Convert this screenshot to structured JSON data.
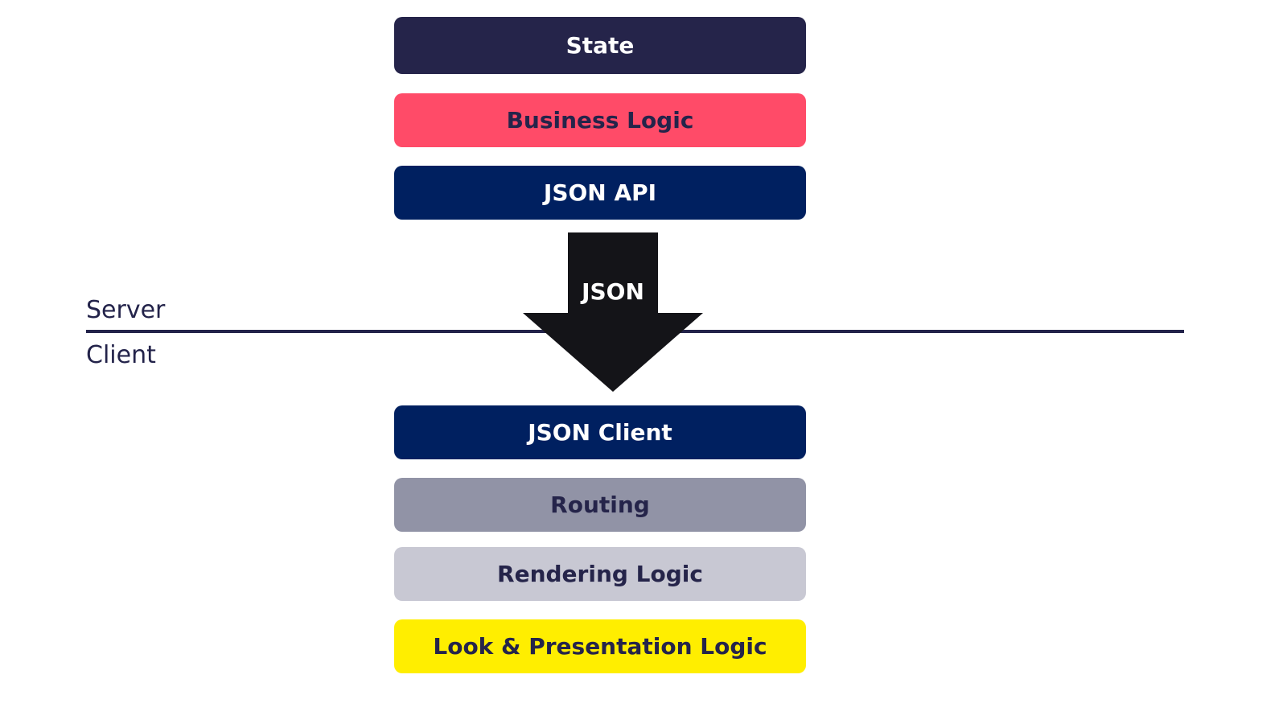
{
  "layers": {
    "server": [
      {
        "label": "State",
        "bg": "#25244a",
        "fg": "#ffffff"
      },
      {
        "label": "Business Logic",
        "bg": "#ff4b68",
        "fg": "#25244a"
      },
      {
        "label": "JSON API",
        "bg": "#002060",
        "fg": "#ffffff"
      }
    ],
    "client": [
      {
        "label": "JSON Client",
        "bg": "#002060",
        "fg": "#ffffff"
      },
      {
        "label": "Routing",
        "bg": "#9193a6",
        "fg": "#25244a"
      },
      {
        "label": "Rendering Logic",
        "bg": "#c8c8d3",
        "fg": "#25244a"
      },
      {
        "label": "Look & Presentation Logic",
        "bg": "#ffee00",
        "fg": "#25244a"
      }
    ]
  },
  "boundary": {
    "server_label": "Server",
    "client_label": "Client",
    "line_color": "#23234a"
  },
  "arrow": {
    "label": "JSON",
    "color": "#141418",
    "icon": "down-arrow-icon"
  }
}
